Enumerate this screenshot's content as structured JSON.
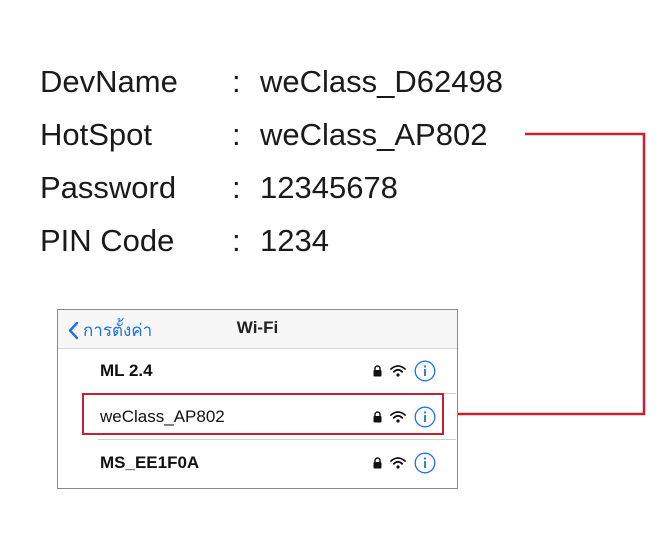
{
  "device_info": [
    {
      "label": "DevName",
      "colon": ":",
      "value": "weClass_D62498"
    },
    {
      "label": "HotSpot",
      "colon": ":",
      "value": "weClass_AP802"
    },
    {
      "label": "Password",
      "colon": ":",
      "value": "12345678"
    },
    {
      "label": "PIN Code",
      "colon": ":",
      "value": "1234"
    }
  ],
  "wifi": {
    "back_label": "การตั้งค่า",
    "title": "Wi-Fi",
    "networks": [
      {
        "name": "ML 2.4"
      },
      {
        "name": "weClass_AP802"
      },
      {
        "name": "MS_EE1F0A"
      }
    ]
  },
  "colors": {
    "accent": "#1a73e8",
    "highlight": "#c4202e"
  }
}
